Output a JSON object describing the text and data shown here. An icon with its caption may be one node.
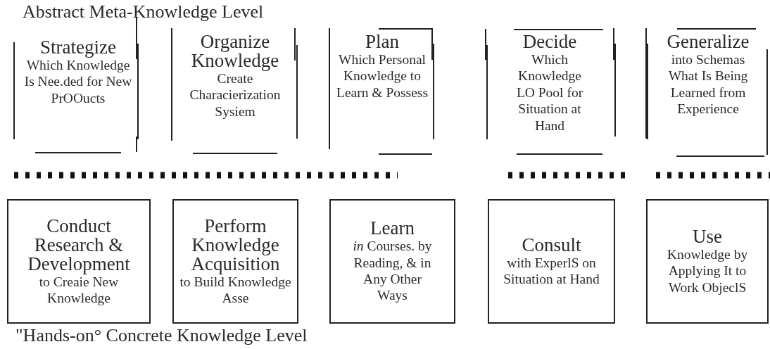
{
  "diagram": {
    "title": "Abstract Meta-Knowledge Level",
    "nodes": [
      {
        "text": [
          "Strategize",
          "Which Knowledge Is Nee.ded for New PrOOucts"
        ]
      },
      {
        "text": [
          "Organize Knowledge",
          "Create Characierization Sysiem"
        ]
      },
      {
        "text": [
          "Plan",
          "Which Personal Knowledge to Learn & Possess"
        ]
      },
      {
        "text": [
          "Decide",
          "Which Knowledge LO Pool for Situation at Hand"
        ]
      },
      {
        "text": [
          "Generalize",
          "into Schemas What Is Being Learned from Experience"
        ]
      },
      {
        "text": [
          "Conduct",
          "Research & Development",
          "to Creaie New Knowledge"
        ]
      },
      {
        "text": [
          "Perform",
          "Knowledge Acquisition",
          "to Build Knowledge Asse"
        ]
      },
      {
        "text": [
          "Learn",
          "*in* Courses. by Reading, & in Any Other Ways"
        ]
      },
      {
        "text": [
          "Consult",
          "with ExperlS on Situation at Hand"
        ]
      },
      {
        "text": [
          "Use",
          "Knowledge by Applying It to Work ObjeclS"
        ]
      }
    ],
    "edges": [],
    "labels": [
      "\"Hands-on° Concrete Knowledge Level"
    ]
  }
}
